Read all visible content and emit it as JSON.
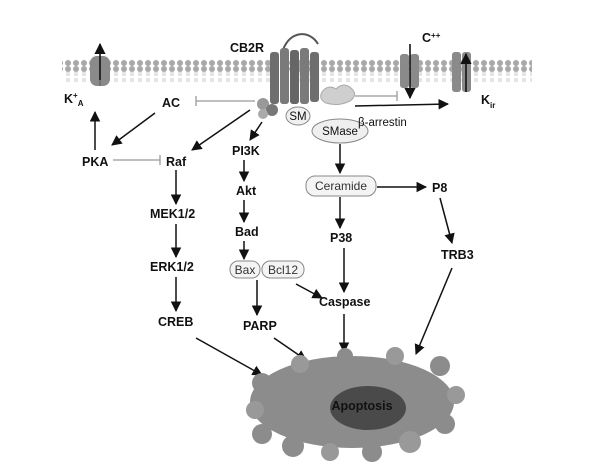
{
  "title": "CB2R",
  "labels": {
    "cb2r": "CB2R",
    "ka": "K",
    "ka_sup": "+",
    "ka_sub": "A",
    "cpp": "C",
    "cpp_sup": "++",
    "kir": "K",
    "kir_sub": "ir",
    "ac": "AC",
    "pka": "PKA",
    "raf": "Raf",
    "mek": "MEK1/2",
    "erk": "ERK1/2",
    "creb": "CREB",
    "pi3k": "PI3K",
    "akt": "Akt",
    "bad": "Bad",
    "bax": "Bax",
    "bcl": "Bcl12",
    "parp": "PARP",
    "sm": "SM",
    "smase": "SMase",
    "barrestin": "β-arrestin",
    "ceramide": "Ceramide",
    "p38": "P38",
    "caspase": "Caspase",
    "p8": "P8",
    "trb3": "TRB3",
    "apoptosis": "Apoptosis"
  },
  "colors": {
    "membrane": "#bdbdbd",
    "receptor": "#6e6e6e",
    "channel": "#8a8a8a",
    "cell": "#8c8c8c",
    "nucleus": "#4a4a4a",
    "arrow": "#111111",
    "inhibit": "#9a9a9a"
  }
}
